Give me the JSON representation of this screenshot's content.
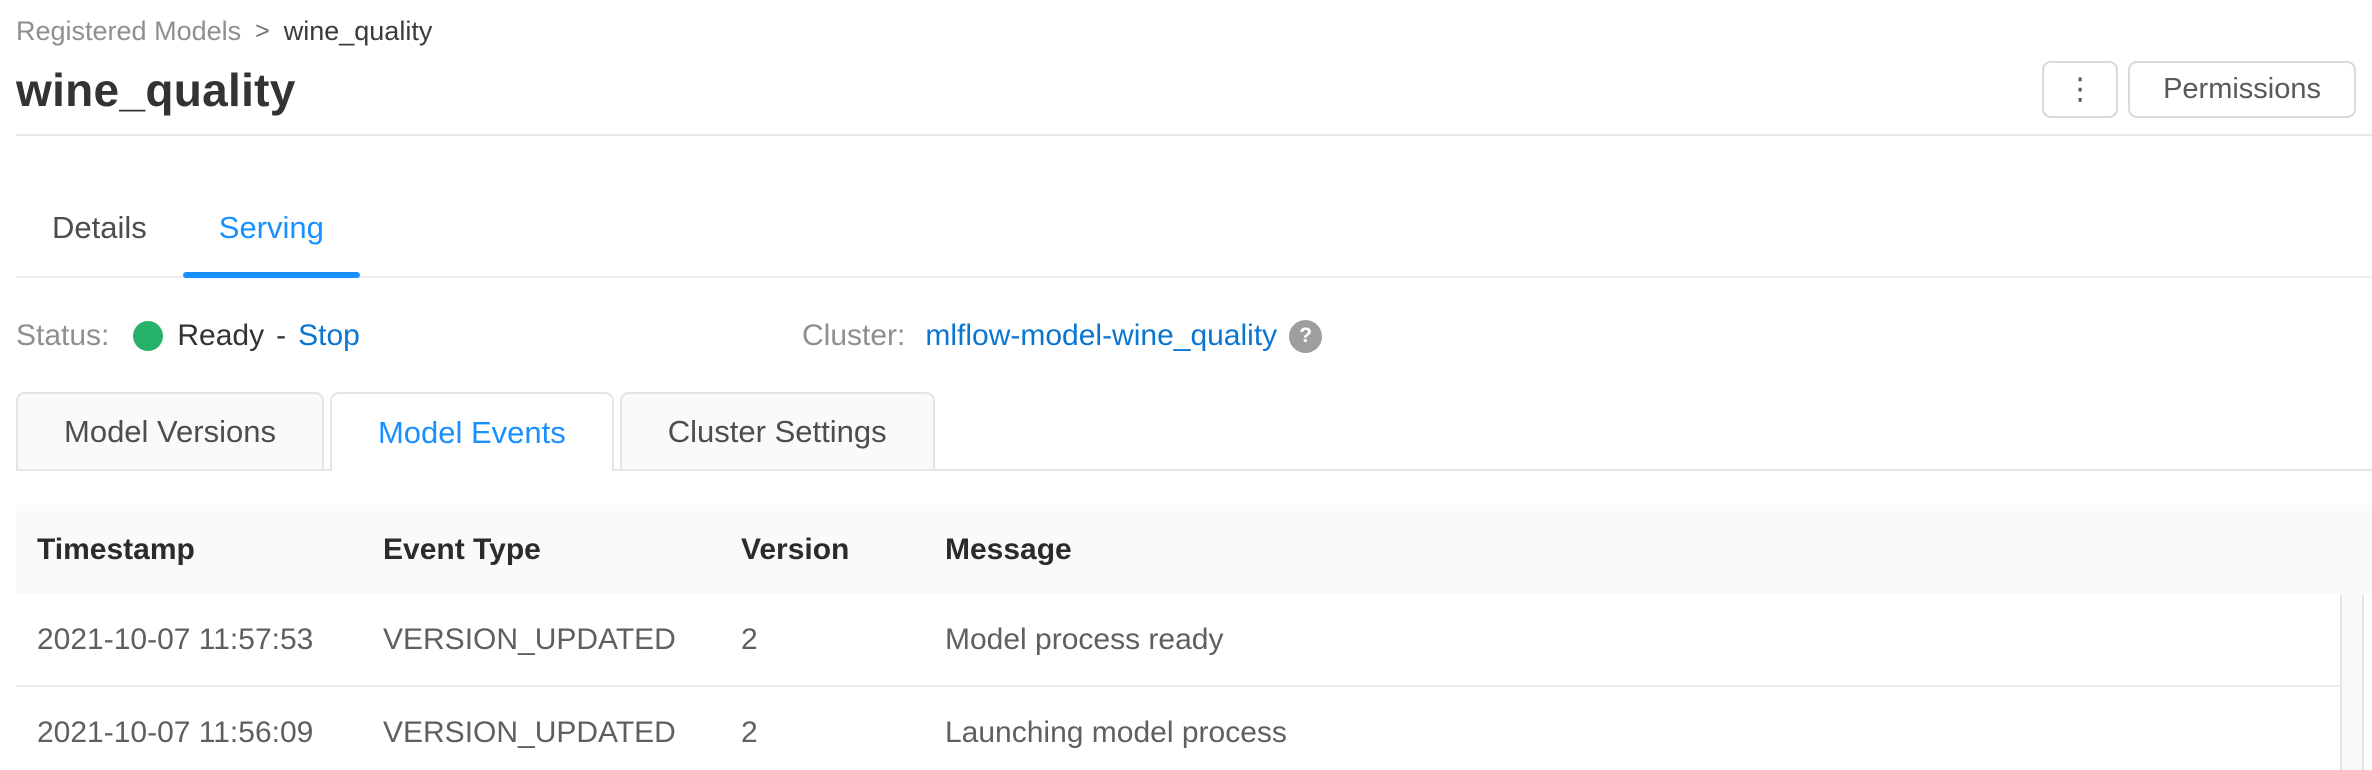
{
  "breadcrumb": {
    "parent": "Registered Models",
    "separator": ">",
    "current": "wine_quality"
  },
  "header": {
    "title": "wine_quality",
    "more_icon": "⋮",
    "permissions_label": "Permissions"
  },
  "main_tabs": [
    {
      "label": "Details",
      "active": false
    },
    {
      "label": "Serving",
      "active": true
    }
  ],
  "status": {
    "label": "Status:",
    "state": "Ready",
    "separator": "-",
    "action": "Stop"
  },
  "cluster": {
    "label": "Cluster:",
    "name": "mlflow-model-wine_quality",
    "help_glyph": "?"
  },
  "sub_tabs": [
    {
      "label": "Model Versions",
      "active": false
    },
    {
      "label": "Model Events",
      "active": true
    },
    {
      "label": "Cluster Settings",
      "active": false
    }
  ],
  "events_table": {
    "columns": [
      "Timestamp",
      "Event Type",
      "Version",
      "Message"
    ],
    "rows": [
      {
        "timestamp": "2021-10-07 11:57:53",
        "event_type": "VERSION_UPDATED",
        "version": "2",
        "message": "Model process ready"
      },
      {
        "timestamp": "2021-10-07 11:56:09",
        "event_type": "VERSION_UPDATED",
        "version": "2",
        "message": "Launching model process"
      }
    ]
  },
  "colors": {
    "active_tab_blue": "#1890ff",
    "link_blue": "#0b76d2",
    "status_green": "#27b26a",
    "table_header_bg": "#fafafa",
    "border_gray": "#e8e8e8"
  }
}
